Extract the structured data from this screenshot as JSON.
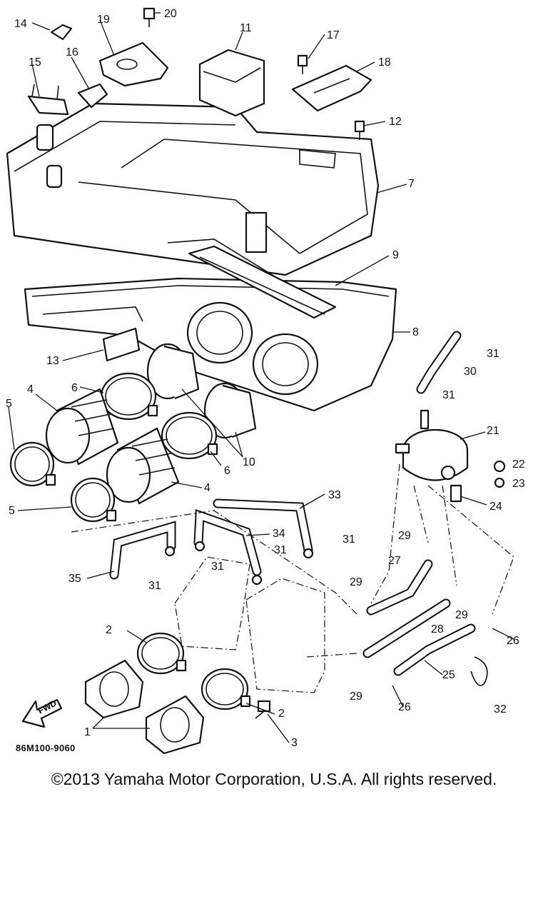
{
  "diagram": {
    "drawing_code": "86M100-9060",
    "direction_label": "FWD",
    "callouts": [
      "1",
      "2",
      "2",
      "3",
      "4",
      "4",
      "5",
      "5",
      "6",
      "6",
      "7",
      "8",
      "9",
      "10",
      "11",
      "12",
      "13",
      "14",
      "15",
      "16",
      "17",
      "18",
      "19",
      "20",
      "21",
      "22",
      "23",
      "24",
      "25",
      "26",
      "26",
      "27",
      "28",
      "29",
      "29",
      "29",
      "29",
      "30",
      "31",
      "31",
      "31",
      "31",
      "31",
      "31",
      "32",
      "33",
      "34",
      "35"
    ]
  },
  "footer": {
    "copyright": "©2013 Yamaha Motor Corporation, U.S.A. All rights reserved."
  }
}
